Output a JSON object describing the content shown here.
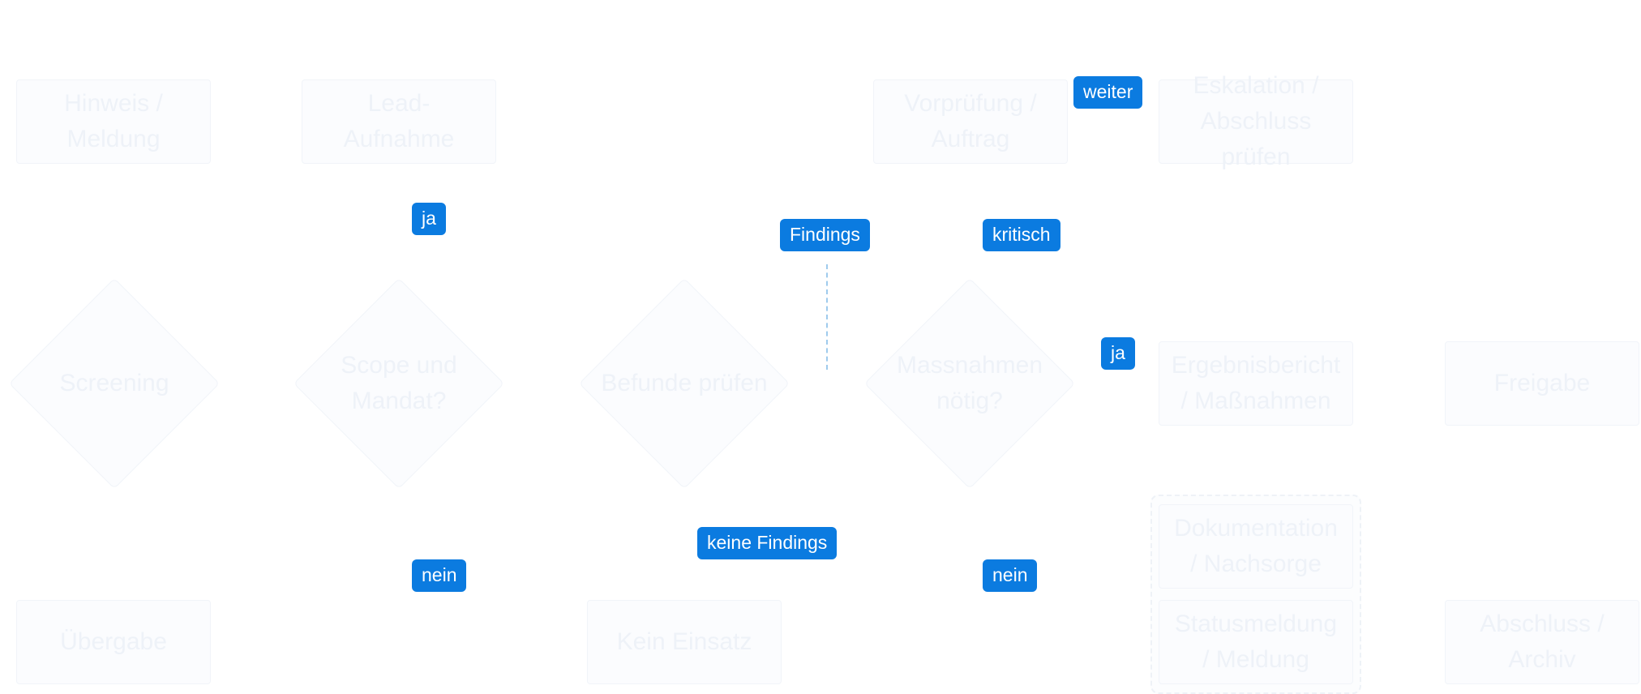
{
  "nodes": {
    "n1": "Hinweis / Meldung",
    "n2": "Lead-Aufnahme",
    "n3": "Vorprüfung / Auftrag",
    "n4": "Eskalation / Abschluss prüfen",
    "n5": "Übergabe",
    "n6": "Kein Einsatz",
    "n7": "Ergebnisbericht / Maßnahmen",
    "n8": "Freigabe",
    "n9": "Dokumentation / Nachsorge",
    "n10": "Statusmeldung / Meldung",
    "n11": "Abschluss / Archiv"
  },
  "decisions": {
    "d1": "Screening",
    "d2": "Scope und Mandat?",
    "d3": "Befunde prüfen",
    "d4": "Massnahmen nötig?"
  },
  "edge_labels": {
    "weiter": "weiter",
    "ja_top": "ja",
    "findings": "Findings",
    "kritisch": "kritisch",
    "ja_right": "ja",
    "keine_findings": "keine Findings",
    "nein_left": "nein",
    "nein_right": "nein"
  },
  "colors": {
    "label_bg": "#0b7be0",
    "label_text": "#ffffff",
    "node_fill": "#fbfcfe",
    "node_text": "#eef2f8",
    "dashed_connector": "#9fcbed"
  }
}
